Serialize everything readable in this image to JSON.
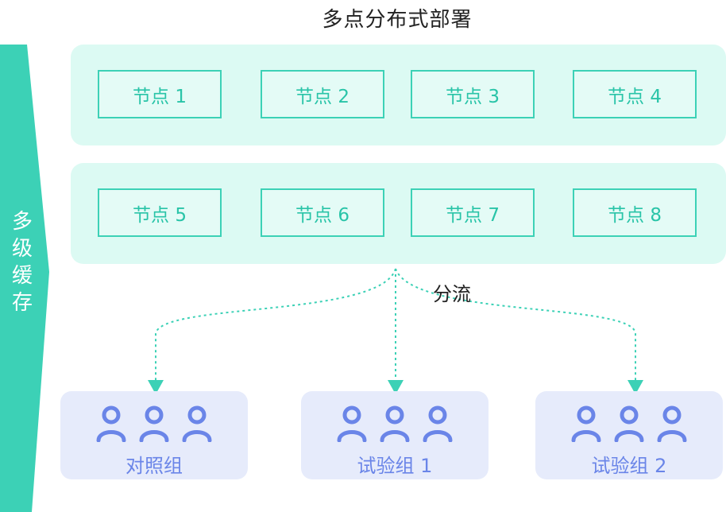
{
  "diagram": {
    "title": "多点分布式部署",
    "side_label": [
      "多",
      "级",
      "缓",
      "存"
    ],
    "node_rows": [
      {
        "nodes": [
          "节点 1",
          "节点 2",
          "节点 3",
          "节点 4"
        ]
      },
      {
        "nodes": [
          "节点 5",
          "节点 6",
          "节点 7",
          "节点 8"
        ]
      }
    ],
    "flow_label": "分流",
    "groups": [
      {
        "label": "对照组",
        "icon": "user-icon"
      },
      {
        "label": "试验组 1",
        "icon": "user-icon"
      },
      {
        "label": "试验组 2",
        "icon": "user-icon"
      }
    ],
    "colors": {
      "teal": "#3cd1b6",
      "teal_text": "#29c4a8",
      "teal_panel": "#dcfaf3",
      "group_panel": "#e6ebfb",
      "group_accent": "#6a85e8"
    }
  }
}
